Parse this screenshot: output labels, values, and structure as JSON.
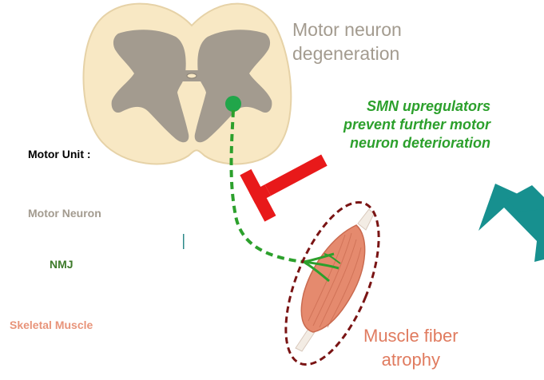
{
  "labels": {
    "degeneration": [
      "Motor neuron",
      "degeneration"
    ],
    "smn": [
      "SMN upregulators",
      "prevent further motor",
      "neuron deterioration"
    ],
    "motor_unit": "Motor Unit :",
    "motor_neuron": "Motor Neuron",
    "nmj": "NMJ",
    "skeletal_muscle": "Skeletal Muscle",
    "atrophy": [
      "Muscle fiber",
      "atrophy"
    ]
  },
  "colors": {
    "cord_gray": "#a39b8f",
    "cord_white": "#f8e8c4",
    "neuron_green": "#2ca02c",
    "inhibitor_red": "#e8191a",
    "muscle": "#e58a6e",
    "circle_dark_red": "#7a1414",
    "arrow_teal": "#17908f",
    "skeletal_label": "#e8947a",
    "nmj_label": "#3d7a2a"
  }
}
